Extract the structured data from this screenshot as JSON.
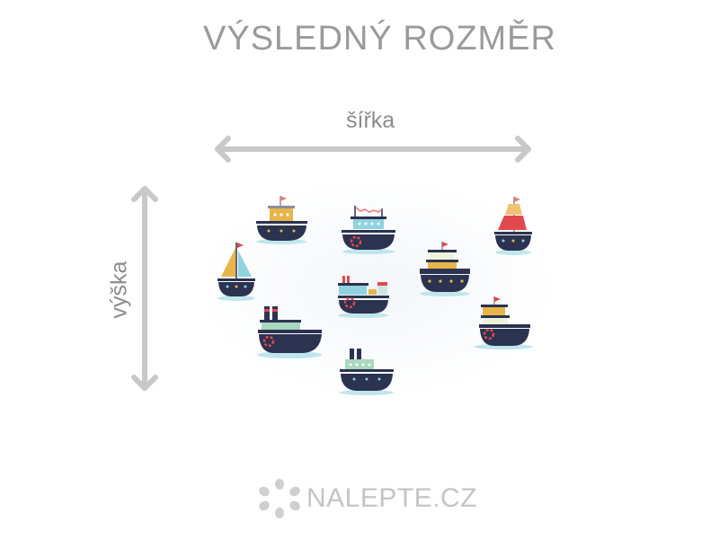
{
  "title": "VÝSLEDNÝ ROZMĚR",
  "width_label": "šířka",
  "height_label": "výška",
  "brand": "NALEPTE.CZ",
  "colors": {
    "navy": "#2b3350",
    "yellow": "#e8b54a",
    "cyan": "#8fd3e0",
    "red": "#e0494e",
    "mint": "#a9d8be",
    "water": "#bfe6ee",
    "gray": "#c8c8c8"
  }
}
